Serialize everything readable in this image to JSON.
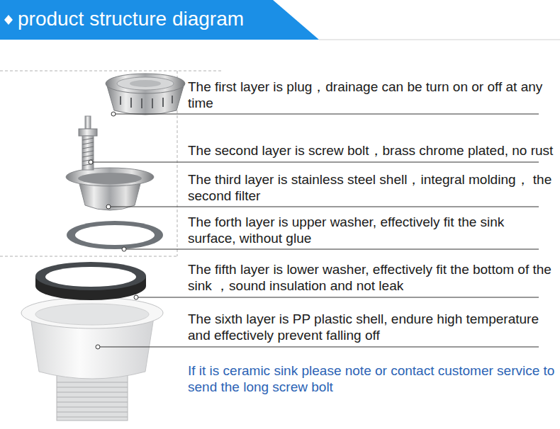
{
  "diagram": {
    "title": "product structure diagram",
    "labels": [
      "The first layer is plug，drainage can be turn on or off at any time",
      "The second layer is screw bolt，brass chrome plated, no rust",
      "The third layer is stainless steel shell，integral molding， the second filter",
      "The forth layer is upper washer, effectively fit the sink surface, without glue",
      "The fifth layer is lower washer, effectively fit the bottom of the sink ，sound insulation and not leak",
      "The sixth layer is PP plastic shell, endure high temperature and effectively prevent falling off",
      "If it is ceramic sink please note or contact customer service to send the long screw bolt"
    ]
  }
}
